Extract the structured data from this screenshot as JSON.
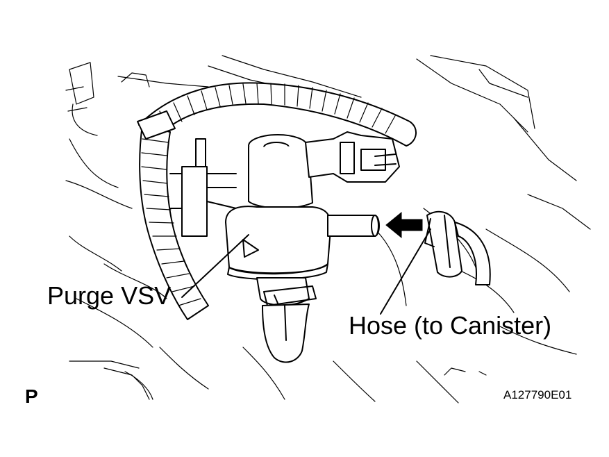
{
  "labels": {
    "purge_vsv": "Purge VSV",
    "hose": "Hose (to Canister)",
    "view_mark": "P",
    "figure_code": "A127790E01"
  },
  "arrow": {
    "direction": "left",
    "color": "#000000"
  },
  "colors": {
    "line": "#000000",
    "background": "#ffffff"
  }
}
